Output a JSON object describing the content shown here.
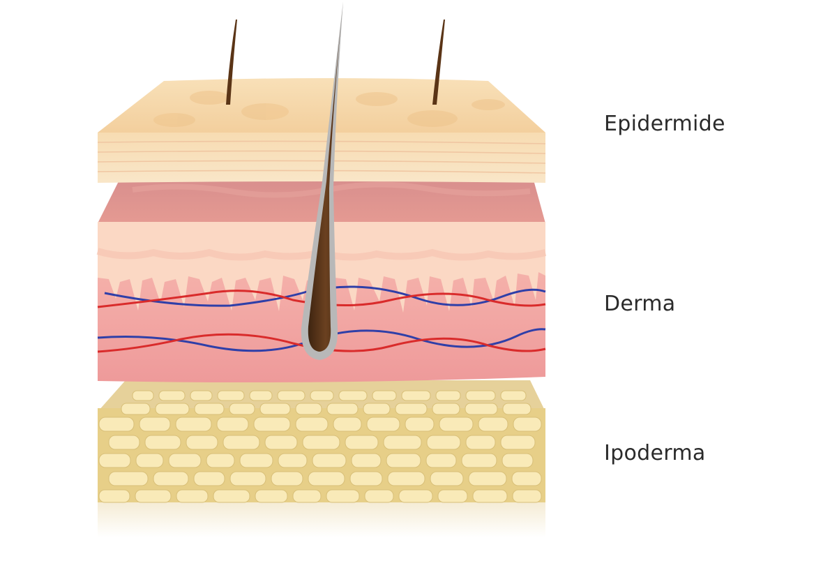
{
  "labels": {
    "epidermis": "Epidermide",
    "dermis": "Derma",
    "hypodermis": "Ipoderma"
  },
  "colors": {
    "epidermis": "#f6d9ab",
    "dermis": "#f2a9a6",
    "dermis_top": "#d98a8a",
    "papillae": "#fbd9c6",
    "hypodermis": "#e8d08a",
    "fat_cell": "#f9eab8",
    "hair": "#5a3416",
    "artery": "#d92b2b",
    "vein": "#2f3fa8"
  }
}
